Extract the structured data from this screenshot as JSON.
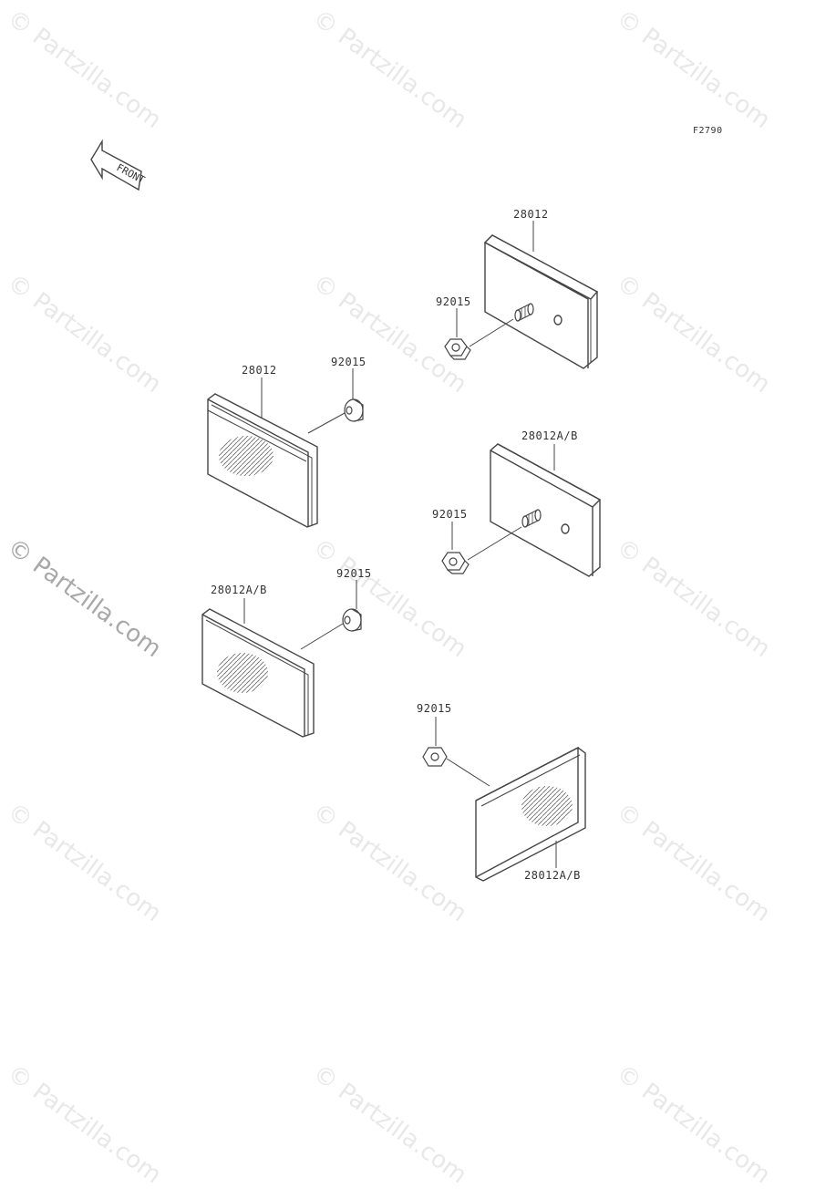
{
  "figure_code": "F2790",
  "front_label": "FRONT",
  "watermark": "© Partzilla.com",
  "parts": {
    "reflector_top_right": "28012",
    "nut_top_right": "92015",
    "reflector_upper_left": "28012",
    "nut_upper_left": "92015",
    "reflector_mid_right": "28012A/B",
    "nut_mid_right": "92015",
    "reflector_lower_left": "28012A/B",
    "nut_lower_left": "92015",
    "nut_bottom_right": "92015",
    "reflector_bottom_right": "28012A/B"
  }
}
